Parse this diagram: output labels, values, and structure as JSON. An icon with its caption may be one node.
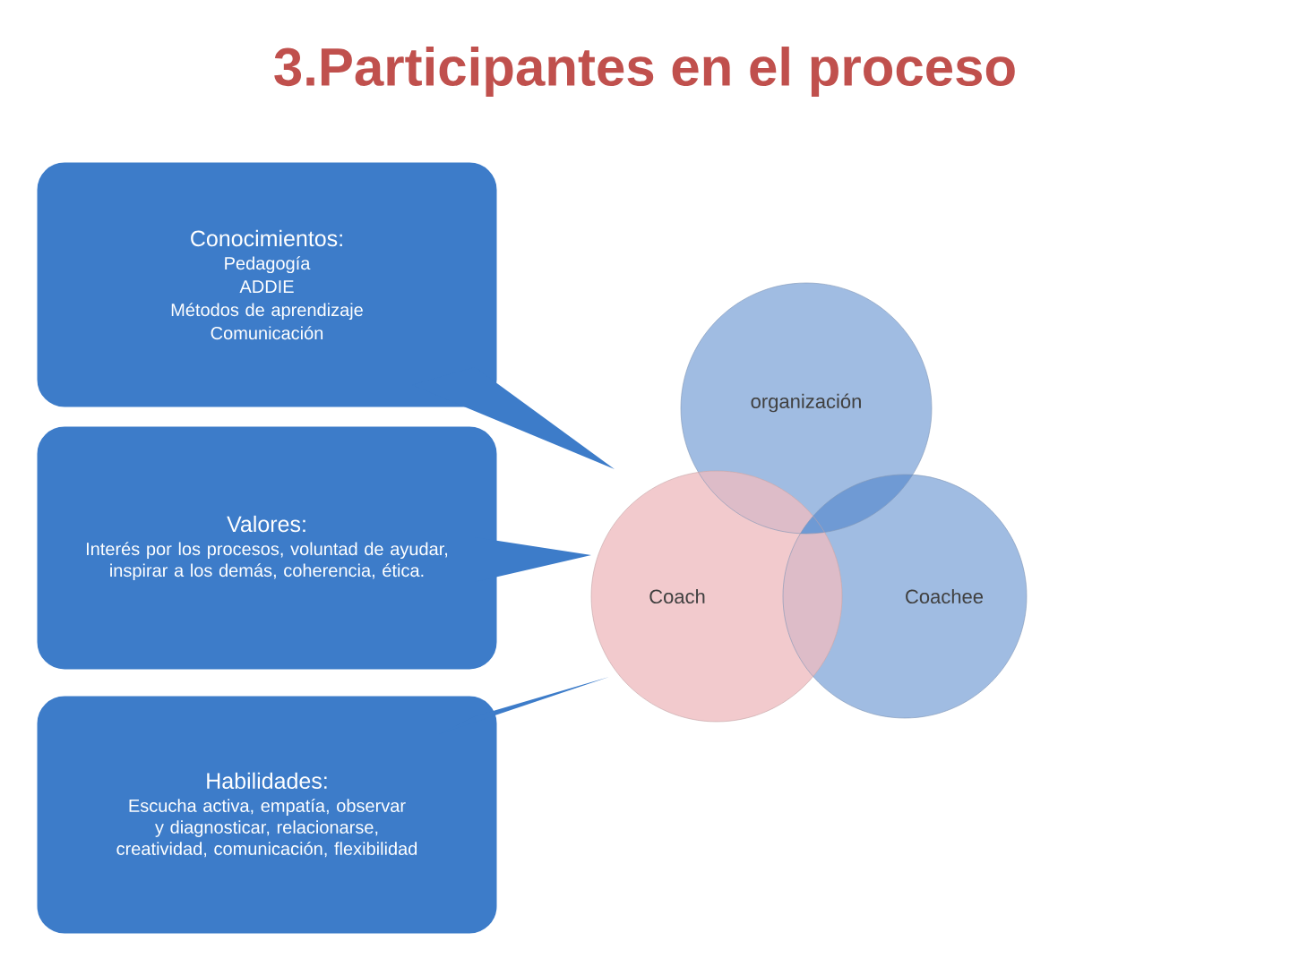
{
  "diagram": {
    "title": "3.Participantes en el proceso",
    "nodes": [
      {
        "text": [
          "Conocimientos:",
          "Pedagogía",
          "ADDIE",
          "Métodos de aprendizaje",
          "Comunicación"
        ]
      },
      {
        "text": [
          "Valores:",
          "Interés por los procesos, voluntad de ayudar, inspirar a los demás, coherencia, ética."
        ]
      },
      {
        "text": [
          "Habilidades:",
          "Escucha activa, empatía, observar y diagnosticar, relacionarse, creatividad, comunicación, flexibilidad"
        ]
      },
      {
        "text": [
          "organización"
        ]
      },
      {
        "text": [
          "Coach"
        ]
      },
      {
        "text": [
          "Coachee"
        ]
      }
    ]
  }
}
